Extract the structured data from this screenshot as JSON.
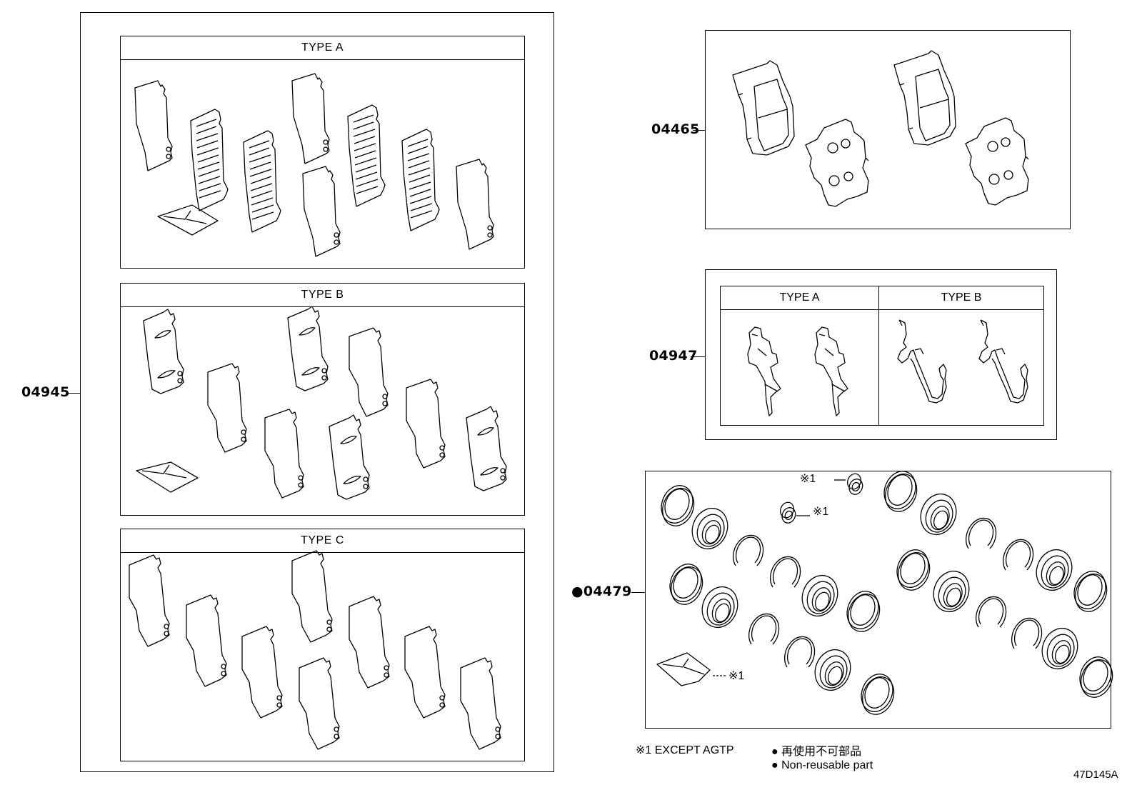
{
  "kit_04945": {
    "part_number": "04945",
    "type_a_label": "TYPE A",
    "type_b_label": "TYPE B",
    "type_c_label": "TYPE C"
  },
  "pads_04465": {
    "part_number": "04465"
  },
  "clips_04947": {
    "part_number": "04947",
    "type_a_label": "TYPE A",
    "type_b_label": "TYPE B"
  },
  "seal_kit_04479": {
    "part_number": "●04479",
    "ref_mark_1": "※1",
    "ref_mark_2": "※1",
    "ref_mark_3": "※1"
  },
  "legend": {
    "ref_note": "※1 EXCEPT AGTP",
    "bullet_ja": "● 再使用不可部品",
    "bullet_en": "● Non-reusable part"
  },
  "figure_id": "47D145A"
}
